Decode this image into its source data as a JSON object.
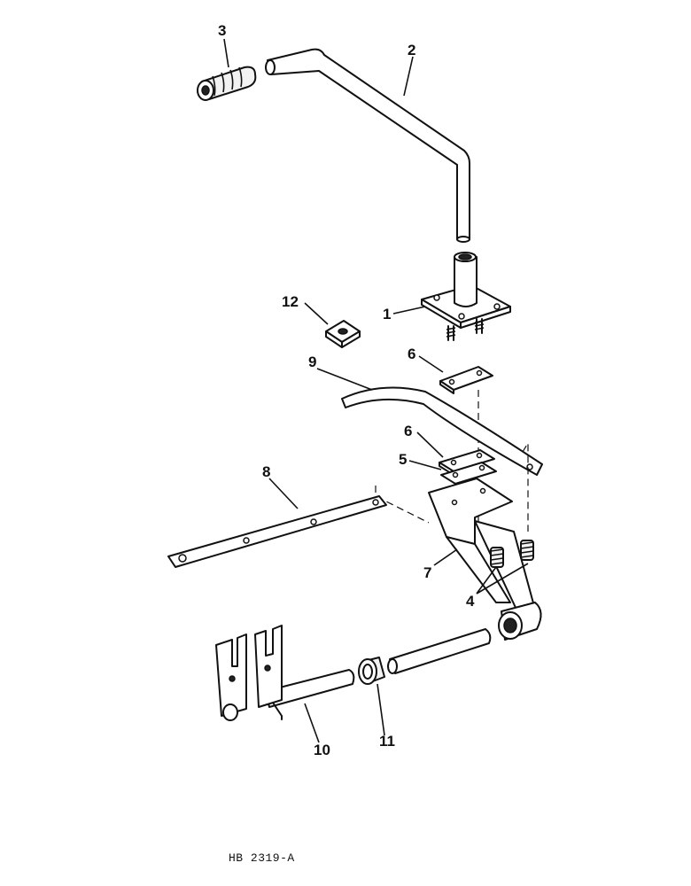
{
  "diagram": {
    "figure_code": "HB 2319-A",
    "callouts": [
      {
        "id": "1",
        "label": "1"
      },
      {
        "id": "2",
        "label": "2"
      },
      {
        "id": "3",
        "label": "3"
      },
      {
        "id": "4",
        "label": "4"
      },
      {
        "id": "5",
        "label": "5"
      },
      {
        "id": "6a",
        "label": "6"
      },
      {
        "id": "6b",
        "label": "6"
      },
      {
        "id": "7",
        "label": "7"
      },
      {
        "id": "8",
        "label": "8"
      },
      {
        "id": "9",
        "label": "9"
      },
      {
        "id": "10",
        "label": "10"
      },
      {
        "id": "11",
        "label": "11"
      },
      {
        "id": "12",
        "label": "12"
      }
    ]
  }
}
